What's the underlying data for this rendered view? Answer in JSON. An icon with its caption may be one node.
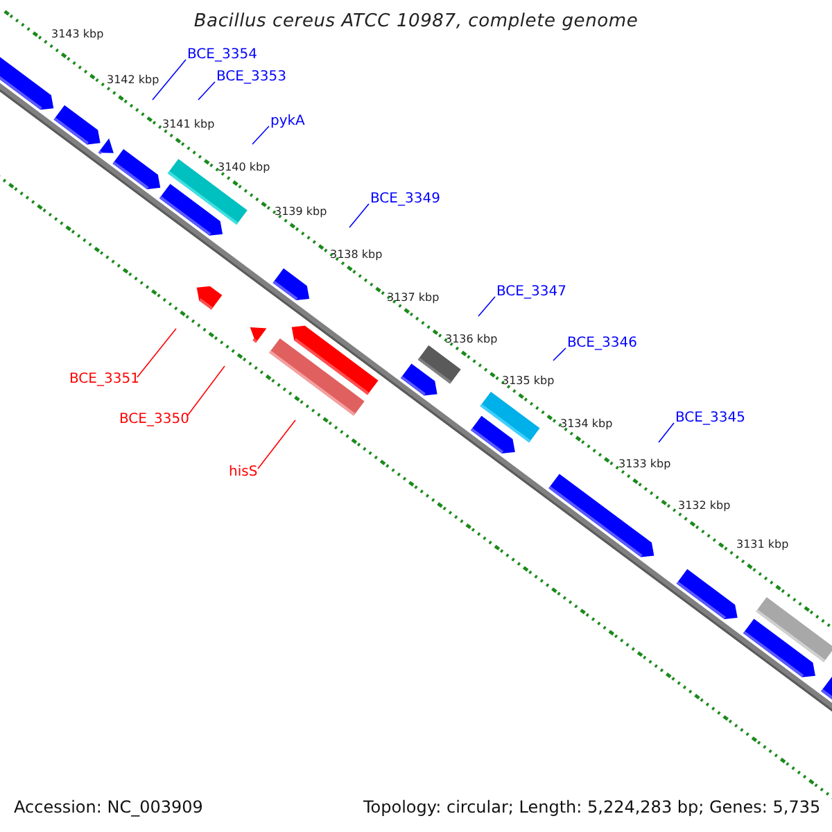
{
  "diagram": {
    "title": "Bacillus cereus ATCC 10987, complete genome",
    "nodes": [
      {
        "text": [
          "BCE_3354"
        ]
      },
      {
        "text": [
          "BCE_3353"
        ]
      },
      {
        "text": [
          "pykA"
        ]
      },
      {
        "text": [
          "BCE_3349"
        ]
      },
      {
        "text": [
          "BCE_3347"
        ]
      },
      {
        "text": [
          "BCE_3346"
        ]
      },
      {
        "text": [
          "BCE_3345"
        ]
      },
      {
        "text": [
          "BCE_3351"
        ]
      },
      {
        "text": [
          "BCE_3350"
        ]
      },
      {
        "text": [
          "hisS"
        ]
      }
    ],
    "edges": [
      {
        "from": 0,
        "to": null,
        "arrow": "none"
      },
      {
        "from": 1,
        "to": null,
        "arrow": "none"
      },
      {
        "from": 2,
        "to": null,
        "arrow": "none"
      },
      {
        "from": 3,
        "to": null,
        "arrow": "none"
      },
      {
        "from": 4,
        "to": null,
        "arrow": "none"
      },
      {
        "from": 5,
        "to": null,
        "arrow": "none"
      },
      {
        "from": 6,
        "to": null,
        "arrow": "none"
      },
      {
        "from": 7,
        "to": null,
        "arrow": "none",
        "color": "#ff0000"
      },
      {
        "from": 8,
        "to": null,
        "arrow": "none",
        "color": "#ff0000"
      },
      {
        "from": 9,
        "to": null,
        "arrow": "none",
        "color": "#ff0000"
      }
    ],
    "labels": [
      "3143 kbp",
      "3142 kbp",
      "3141 kbp",
      "3140 kbp",
      "3139 kbp",
      "3138 kbp",
      "3137 kbp",
      "3136 kbp",
      "3135 kbp",
      "3134 kbp",
      "3133 kbp",
      "3132 kbp",
      "3131 kbp",
      "Accession: NC_003909",
      "Topology: circular; Length: 5,224,283 bp; Genes: 5,735"
    ]
  }
}
